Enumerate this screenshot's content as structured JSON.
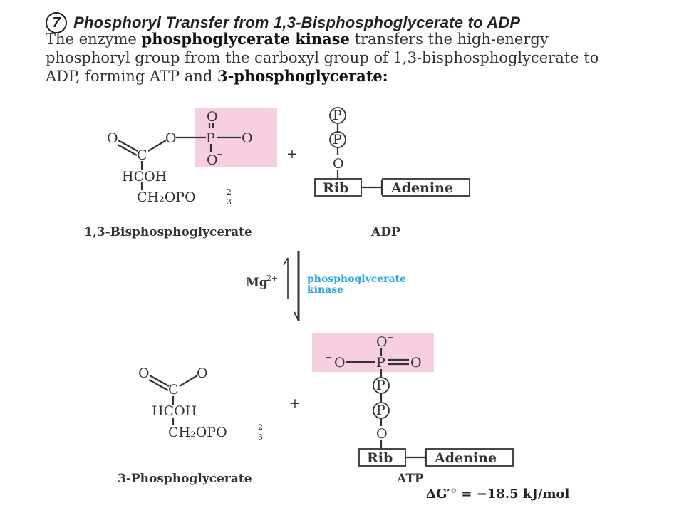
{
  "header": {
    "step_number": "7",
    "title": "Phosphoryl Transfer from 1,3-Bisphosphoglycerate to ADP"
  },
  "body": {
    "part1": "The enzyme ",
    "enzyme_bold": "phosphoglycerate kinase",
    "part2": " transfers the high-energy phosphoryl group from the carboxyl group of 1,3-bisphosphoglycerate to ADP, forming ATP and ",
    "product_bold": "3-phosphoglycerate:"
  },
  "reactants": {
    "substrate_label": "1,3-Bisphosphoglycerate",
    "cofactor_label": "ADP",
    "plus": "+"
  },
  "reaction_arrow": {
    "metal_ion": "Mg",
    "metal_charge": "2+",
    "enzyme_line1": "phosphoglycerate",
    "enzyme_line2": "kinase"
  },
  "products": {
    "product_label": "3-Phosphoglycerate",
    "cofactor_label": "ATP",
    "plus": "+"
  },
  "structures": {
    "hcoh": "HCOH",
    "ch2opo3": "CH₂OPO",
    "c": "C",
    "o": "O",
    "p": "P",
    "rib": "Rib",
    "adenine": "Adenine"
  },
  "thermo": {
    "delta_g": "ΔG′° = −18.5 kJ/mol"
  },
  "colors": {
    "highlight": "#f7cfe0",
    "enzyme_text": "#2aa7de"
  }
}
